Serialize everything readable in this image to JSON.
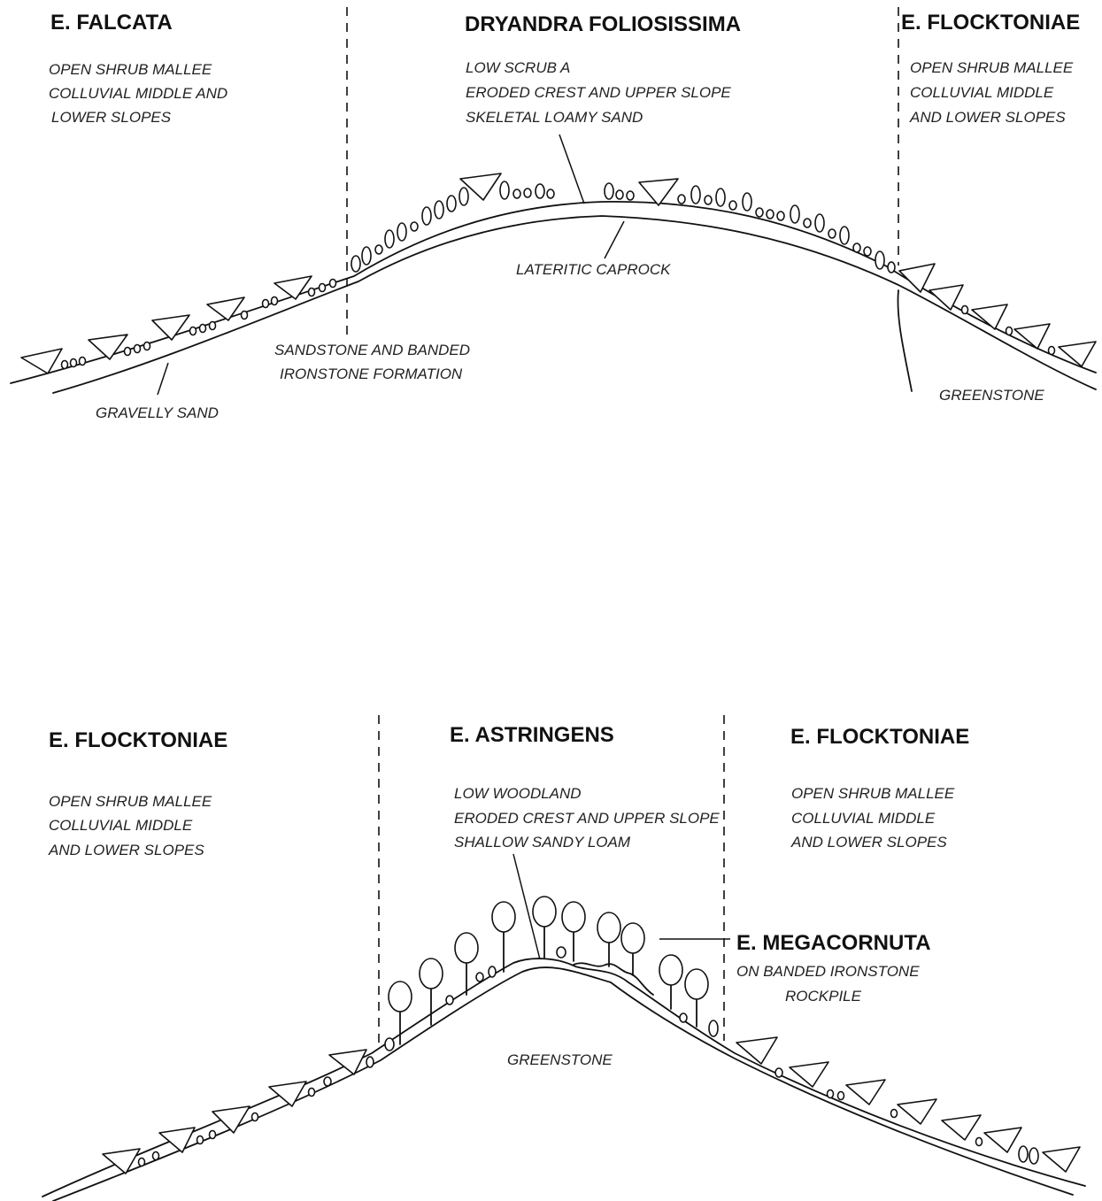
{
  "top_diagram": {
    "left_zone": {
      "title": "E. FALCATA",
      "lines": [
        "OPEN SHRUB MALLEE",
        "COLLUVIAL MIDDLE AND",
        "LOWER SLOPES"
      ]
    },
    "center_zone": {
      "title": "DRYANDRA FOLIOSISSIMA",
      "lines": [
        "LOW SCRUB A",
        "ERODED CREST AND UPPER SLOPE",
        "SKELETAL LOAMY SAND"
      ]
    },
    "right_zone": {
      "title": "E. FLOCKTONIAE",
      "lines": [
        "OPEN SHRUB MALLEE",
        "COLLUVIAL MIDDLE",
        "AND LOWER SLOPES"
      ]
    },
    "labels": {
      "caprock": "LATERITIC CAPROCK",
      "sandstone_1": "SANDSTONE AND BANDED",
      "sandstone_2": "IRONSTONE FORMATION",
      "gravelly": "GRAVELLY SAND",
      "greenstone": "GREENSTONE"
    }
  },
  "bottom_diagram": {
    "left_zone": {
      "title": "E. FLOCKTONIAE",
      "lines": [
        "OPEN SHRUB MALLEE",
        "COLLUVIAL MIDDLE",
        "AND LOWER SLOPES"
      ]
    },
    "center_zone": {
      "title": "E. ASTRINGENS",
      "lines": [
        "LOW WOODLAND",
        "ERODED CREST AND UPPER SLOPE",
        "SHALLOW SANDY LOAM"
      ]
    },
    "right_zone": {
      "title": "E. FLOCKTONIAE",
      "lines": [
        "OPEN SHRUB MALLEE",
        "COLLUVIAL MIDDLE",
        "AND LOWER SLOPES"
      ]
    },
    "megacornuta": {
      "title": "E. MEGACORNUTA",
      "line1": "ON BANDED IRONSTONE",
      "line2": "ROCKPILE"
    },
    "labels": {
      "greenstone": "GREENSTONE"
    }
  }
}
